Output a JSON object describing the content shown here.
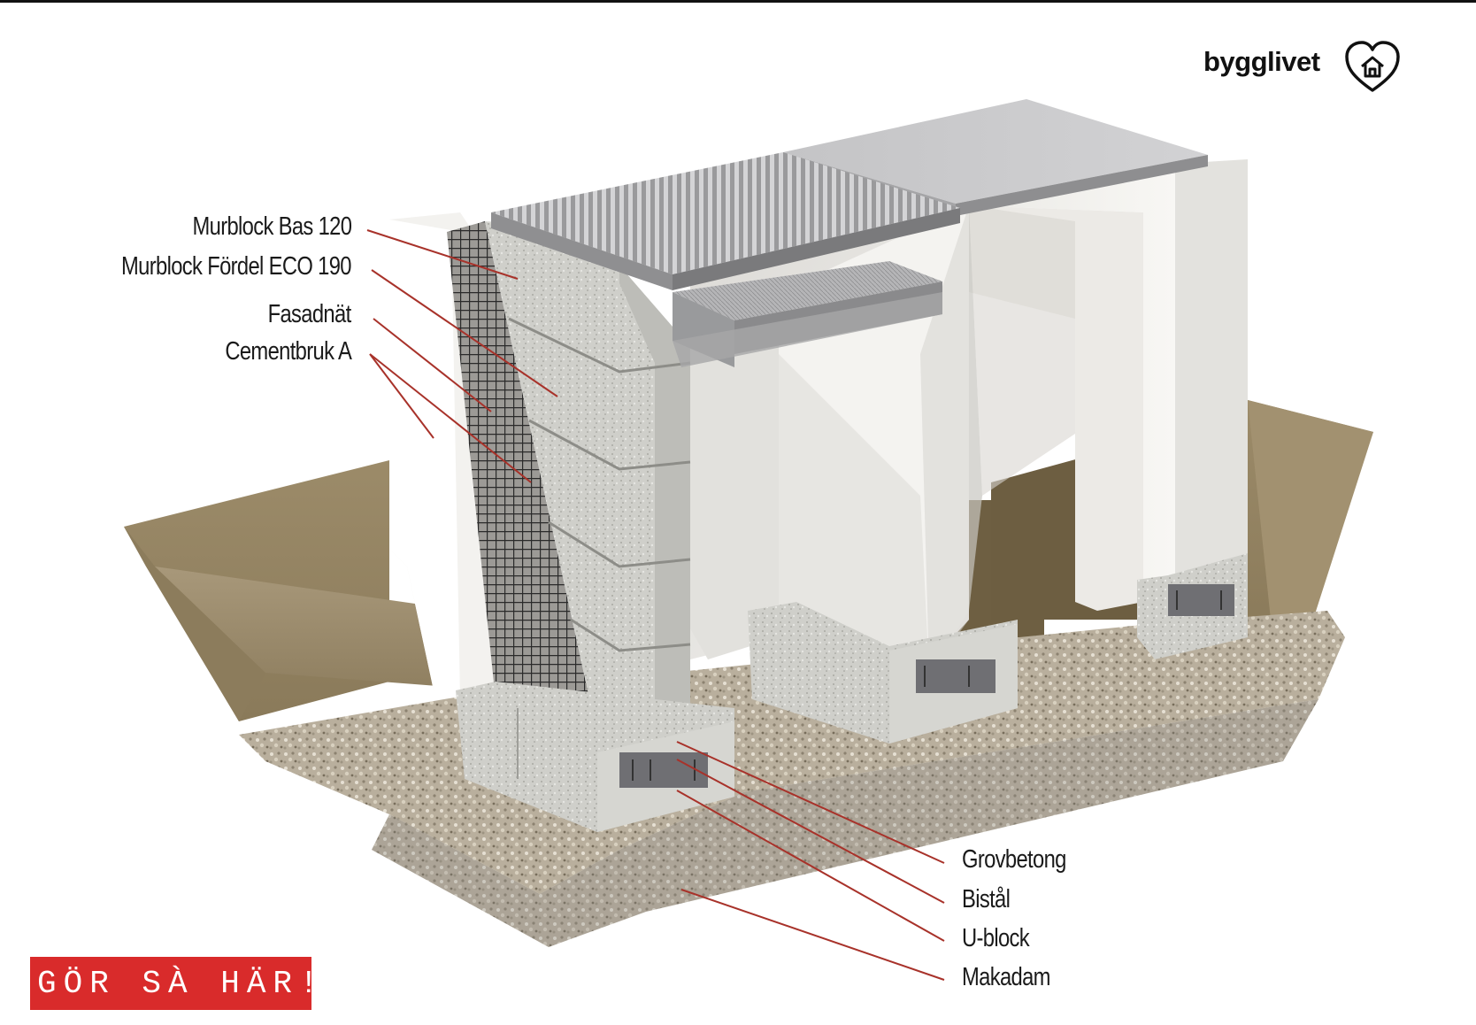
{
  "brand": {
    "name": "bygglivet",
    "icon": "heart-house-icon"
  },
  "badge": {
    "text": "GÖR SÀ HÄR!"
  },
  "labels_left": [
    {
      "id": "murblock-bas-120",
      "text": "Murblock Bas 120"
    },
    {
      "id": "murblock-fordel-eco-190",
      "text": "Murblock Fördel ECO 190"
    },
    {
      "id": "fasadnat",
      "text": "Fasadnät"
    },
    {
      "id": "cementbruk-a",
      "text": "Cementbruk A"
    }
  ],
  "labels_right": [
    {
      "id": "grovbetong",
      "text": "Grovbetong"
    },
    {
      "id": "bistal",
      "text": "Bistål"
    },
    {
      "id": "u-block",
      "text": "U-block"
    },
    {
      "id": "makadam",
      "text": "Makadam"
    }
  ],
  "colors": {
    "leader_line": "#a8322a",
    "badge": "#d92b2b",
    "render": "#f4f3f0",
    "soil": "#8a7a5c",
    "gravel": "#b8ae9c",
    "block": "#cfcfca"
  }
}
